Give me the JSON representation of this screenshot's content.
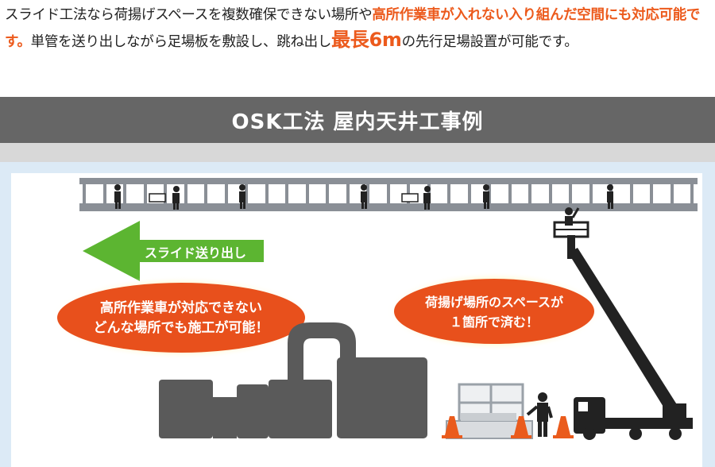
{
  "intro": {
    "part1": "スライド工法なら荷揚げスペースを複数確保できない場所や",
    "highlight1": "高所作業車が入れない入り組んだ空間にも対応可能です。",
    "part2": "単管を送り出しながら足場板を敷設し、跳ね出し",
    "highlight2": "最長6m",
    "part3": "の先行足場設置が可能です。"
  },
  "title": "OSK工法 屋内天井工事例",
  "arrow_label": "スライド送り出し",
  "bubble_left": {
    "line1": "高所作業車が対応できない",
    "line2": "どんな場所でも施工が可能！"
  },
  "bubble_right": {
    "line1": "荷揚げ場所のスペースが",
    "line2": "１箇所で済む！"
  },
  "colors": {
    "highlight": "#ec5a1c",
    "title_bar": "#666666",
    "arrow": "#5cb531",
    "bubble": "#e8501c",
    "machinery": "#5a5a5a",
    "scaffold": "#8a8f96",
    "cone": "#ea5b1c"
  }
}
